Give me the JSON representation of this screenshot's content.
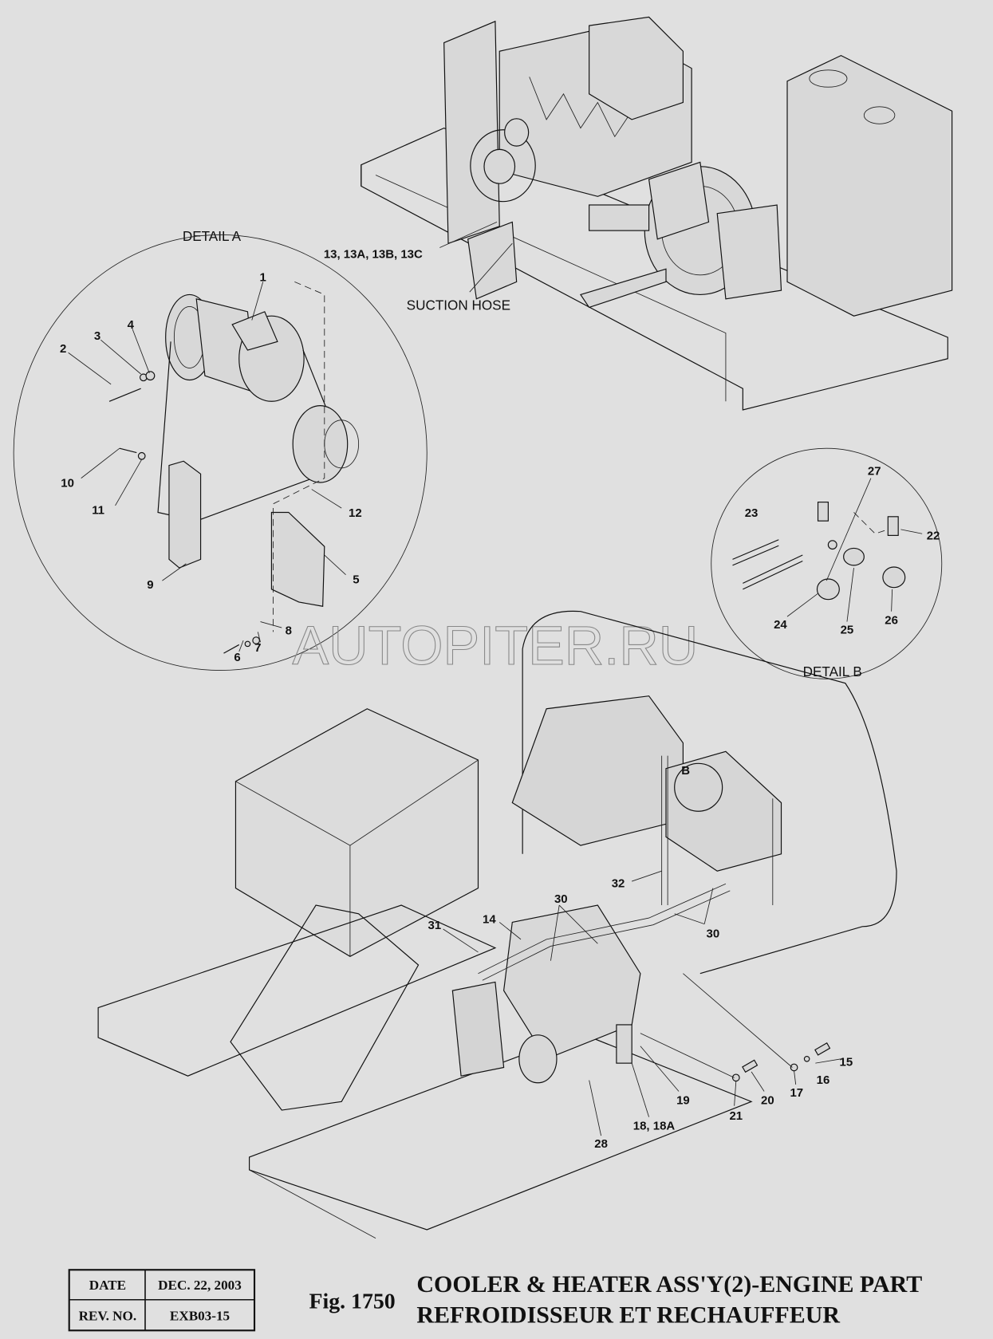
{
  "detail_a": {
    "title": "DETAIL A",
    "labels": [
      "1",
      "2",
      "3",
      "4",
      "5",
      "6",
      "7",
      "8",
      "9",
      "10",
      "11",
      "12"
    ]
  },
  "top_view": {
    "labels": {
      "compressor_ref": "13, 13A, 13B, 13C",
      "suction_hose": "SUCTION HOSE"
    }
  },
  "detail_b": {
    "title": "DETAIL B",
    "labels": [
      "22",
      "23",
      "24",
      "25",
      "26",
      "27"
    ],
    "marker": "B"
  },
  "lower_view": {
    "labels": [
      "14",
      "15",
      "16",
      "17",
      "18, 18A",
      "19",
      "20",
      "21",
      "28",
      "30",
      "30",
      "31",
      "32"
    ]
  },
  "watermark": "AUTOPITER.RU",
  "title_block": {
    "date_label": "DATE",
    "date_value": "DEC. 22, 2003",
    "rev_label": "REV. NO.",
    "rev_value": "EXB03-15",
    "fig_number": "Fig. 1750",
    "title_en": "COOLER & HEATER ASS'Y(2)-ENGINE PART",
    "title_fr": "REFROIDISSEUR ET RECHAUFFEUR"
  }
}
